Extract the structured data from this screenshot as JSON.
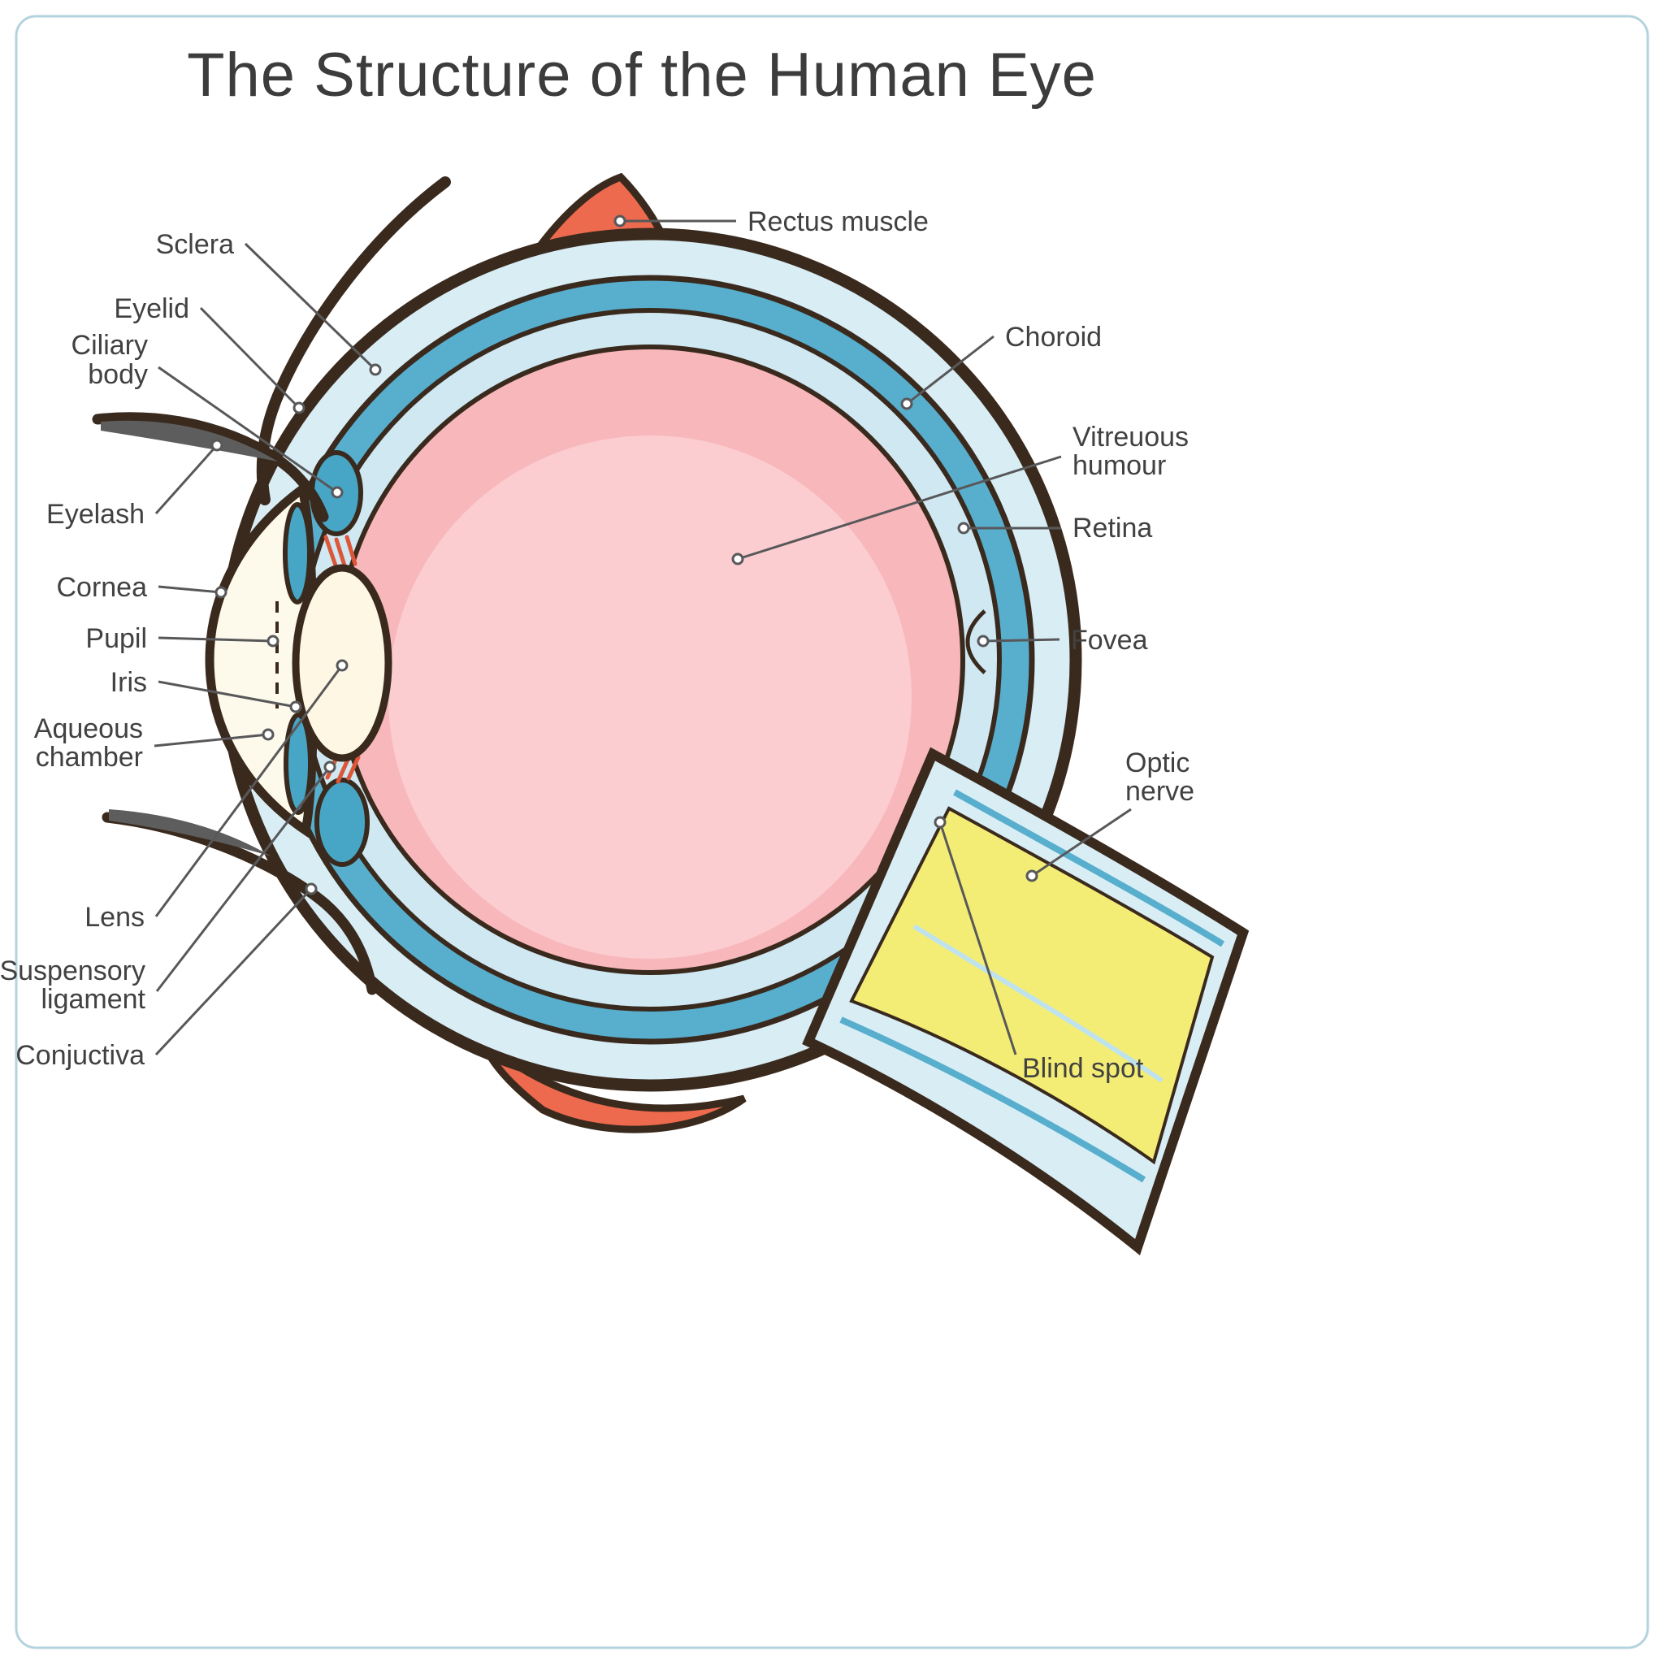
{
  "title": "The Structure of the Human Eye",
  "labels": {
    "rectus_muscle": {
      "text": "Rectus muscle"
    },
    "sclera": {
      "text": "Sclera"
    },
    "eyelid": {
      "text": "Eyelid"
    },
    "ciliary_body": {
      "line1": "Ciliary",
      "line2": "body"
    },
    "eyelash": {
      "text": "Eyelash"
    },
    "cornea": {
      "text": "Cornea"
    },
    "pupil": {
      "text": "Pupil"
    },
    "iris": {
      "text": "Iris"
    },
    "aqueous_chamber": {
      "line1": "Aqueous",
      "line2": "chamber"
    },
    "lens": {
      "text": "Lens"
    },
    "suspensory_ligament": {
      "line1": "Suspensory",
      "line2": "ligament"
    },
    "conjuctiva": {
      "text": "Conjuctiva"
    },
    "choroid": {
      "text": "Choroid"
    },
    "vitreuous_humour": {
      "line1": "Vitreuous",
      "line2": "humour"
    },
    "retina": {
      "text": "Retina"
    },
    "fovea": {
      "text": "Fovea"
    },
    "optic_nerve": {
      "line1": "Optic",
      "line2": "nerve"
    },
    "blind_spot": {
      "text": "Blind spot"
    }
  },
  "colors": {
    "outline": "#3a2a1e",
    "sclera": "#d9edf5",
    "choroid": "#58aecd",
    "retina": "#cfe8f2",
    "vitreous": "#f8b7bb",
    "vitreous_inner": "#fbcdd0",
    "cornea": "#fdfaec",
    "lens": "#fdf7e3",
    "iris_ciliary": "#47a6c6",
    "muscle": "#ed6a4e",
    "nerve": "#f4ed75",
    "nerve_stripe": "#bfe3ee",
    "ligament": "#dd5638",
    "eyelash": "#5d5d5d",
    "frame": "#b5d3de"
  }
}
